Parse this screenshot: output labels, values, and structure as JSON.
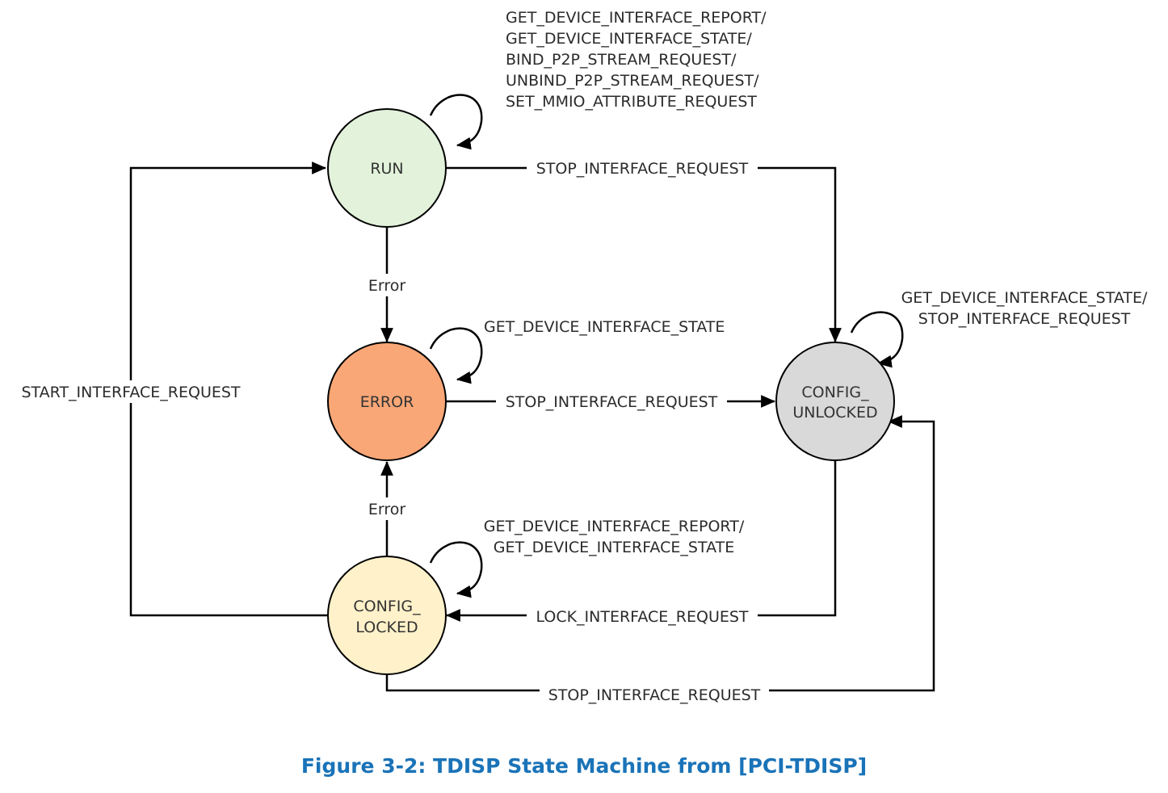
{
  "colors": {
    "run_fill": "#e2f2db",
    "error_fill": "#f9a777",
    "config_unlocked_fill": "#d9d9d9",
    "config_locked_fill": "#fff1c9",
    "line": "#000000",
    "caption": "#1a73b8"
  },
  "states": {
    "run": "RUN",
    "error": "ERROR",
    "config_unlocked": [
      "CONFIG_",
      "UNLOCKED"
    ],
    "config_locked": [
      "CONFIG_",
      "LOCKED"
    ]
  },
  "transitions": {
    "run_self": [
      "GET_DEVICE_INTERFACE_REPORT/",
      "GET_DEVICE_INTERFACE_STATE/",
      "BIND_P2P_STREAM_REQUEST/",
      "UNBIND_P2P_STREAM_REQUEST/",
      "SET_MMIO_ATTRIBUTE_REQUEST"
    ],
    "run_to_unlocked": "STOP_INTERFACE_REQUEST",
    "run_to_error": "Error",
    "error_self": "GET_DEVICE_INTERFACE_STATE",
    "error_to_unlocked": "STOP_INTERFACE_REQUEST",
    "unlocked_self": [
      "GET_DEVICE_INTERFACE_STATE/",
      "STOP_INTERFACE_REQUEST"
    ],
    "locked_to_error": "Error",
    "locked_self": [
      "GET_DEVICE_INTERFACE_REPORT/",
      "GET_DEVICE_INTERFACE_STATE"
    ],
    "unlocked_to_locked": "LOCK_INTERFACE_REQUEST",
    "locked_to_unlocked": "STOP_INTERFACE_REQUEST",
    "locked_to_run": "START_INTERFACE_REQUEST"
  },
  "caption": "Figure 3-2: TDISP State Machine from [PCI-TDISP]"
}
